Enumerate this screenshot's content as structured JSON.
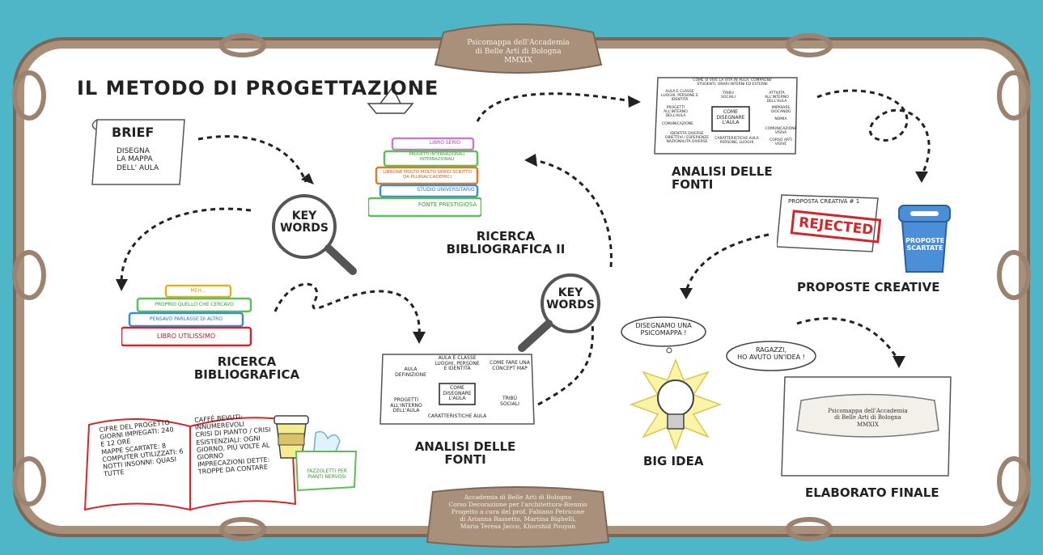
{
  "header_banner": {
    "line1": "Psicomappa dell'Accademia",
    "line2": "di Belle Arti di Bologna",
    "line3": "MMXIX"
  },
  "main_title": "IL METODO DI PROGETTAZIONE",
  "brief": {
    "title": "BRIEF",
    "text1": "DISEGNA",
    "text2": "LA MAPPA",
    "text3": "DELL' AULA"
  },
  "keywords1": {
    "line1": "KEY",
    "line2": "WORDS"
  },
  "keywords2": {
    "line1": "KEY",
    "line2": "WORDS"
  },
  "books1": {
    "spines": [
      "MEH...",
      "PROPRIO QUELLO CHE CERCAVO",
      "PENSAVO PARLASSE DI ALTRO",
      "LIBRO UTILISSIMO"
    ],
    "label1": "RICERCA",
    "label2": "BIBLIOGRAFICA"
  },
  "books2": {
    "spines": [
      "LIBRO SERIO",
      "PROGETTI INTERNAZIONALI INTERNAZIONALI",
      "LIBRONE MOLTO MOLTO SERIO SCRITTO DA PLURIACCADEMICI",
      "STUDIO UNIVERSITARIO",
      "FONTE PRESTIGIOSA"
    ],
    "label1": "RICERCA",
    "label2": "BIBLIOGRAFICA II"
  },
  "analisi1": {
    "center1": "COME",
    "center2": "DISEGNARE",
    "center3": "L'AULA",
    "n1": "AULA E CLASSE LUOGHI, PERSONE E IDENTITÀ",
    "n2": "AULA DEFINIZIONE",
    "n3": "COME FARE UNA CONCEPT MAP",
    "n4": "PROGETTI ALL'INTERNO DELL'AULA",
    "n5": "TRIBÙ SOCIALI",
    "n6": "CARATTERISTICHE AULA",
    "label1": "ANALISI DELLE",
    "label2": "FONTI"
  },
  "analisi2": {
    "center1": "COME",
    "center2": "DISEGNARE",
    "center3": "L'AULA",
    "n1": "COME SI VIVE LA VITA IN AULA: COMPAGNI/ STUDENTI, ORARI INTERNI ED ESTERNI",
    "n2": "AULA E CLASSE LUOGHI, PERSONE E IDENTITÀ",
    "n3": "TRIBÙ SOCIALI",
    "n4": "ATTIVITÀ ALL'INTERNO DELL'AULA",
    "n5": "PROGETTI ALL'INTERNO DELL'AULA",
    "n6": "IMPARARE GIOCANDO",
    "n7": "COMUNICAZIONE",
    "n8": "NOMIA",
    "n9": "IDENTITÀ DIVERSE OBIETTIVI / ESPERIENZE NAZIONALITÀ DIVERSE",
    "n10": "COMUNICAZIONE VISIVA",
    "n11": "CARATTERISTICHE AULA PERSONE, LUOGHI",
    "n12": "CORSO ARTI VISIVE",
    "label1": "ANALISI DELLE",
    "label2": "FONTI"
  },
  "proposta": {
    "head": "PROPOSTA CREATIVA # 1",
    "stamp": "REJECTED",
    "bin1": "PROPOSTE",
    "bin2": "SCARTATE",
    "label": "PROPOSTE CREATIVE"
  },
  "bigidea": {
    "bubble1a": "DISEGNAMO UNA",
    "bubble1b": "PSICOMAPPA !",
    "bubble2a": "RAGAZZI,",
    "bubble2b": "HO AVUTO UN'IDEA !",
    "label": "BIG IDEA"
  },
  "finale": {
    "banner1": "Psicomappa dell'Accademia",
    "banner2": "di Belle Arti di Bologna",
    "banner3": "MMXIX",
    "label": "ELABORATO FINALE"
  },
  "notebook": {
    "left": [
      "CIFRE DEL PROGETTO",
      "GIORNI IMPIEGATI: 240",
      "E 12 ORE",
      "MAPPE SCARTATE: 8",
      "COMPUTER UTILIZZATI: 6",
      "NOTTI INSONNI: QUASI",
      "TUTTE"
    ],
    "right": [
      "CAFFÈ BEVUTI:",
      "INNUMEREVOLI",
      "CRISI DI PIANTO / CRISI",
      "ESISTENZIALI: OGNI",
      "GIORNO, PIÙ VOLTE AL",
      "GIORNO",
      "IMPRECAZIONI DETTE:",
      "TROPPE DA CONTARE"
    ],
    "tissue": "FAZZOLETTI PER PIANTI NERVOSI"
  },
  "footer_banner": {
    "line1": "Accademia di Belle Arti di Bologna",
    "line2": "Corso Decorazione per l'architettura-Biennio",
    "line3": "Progetto a cura del prof. Fabiano Petricone",
    "line4": "di Arianna Bassetto, Martina Bighelli,",
    "line5": "Maria Teresa Jacco, Khorshid Pouyan"
  },
  "colors": {
    "background": "#4fb6c8",
    "rope": "#a8907a",
    "banner": "#a8907a",
    "ink": "#222222",
    "rejected": "#d2262b"
  }
}
